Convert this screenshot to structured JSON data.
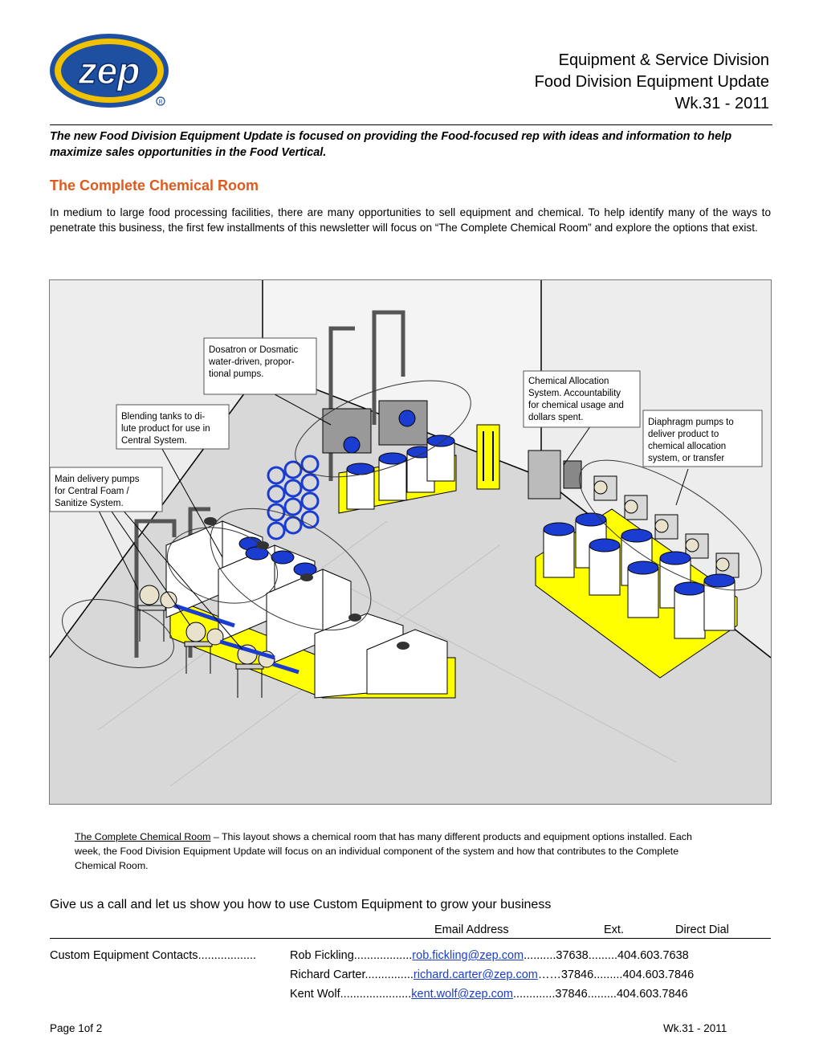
{
  "logo": {
    "brand": "zep",
    "colors": {
      "oval": "#f2c200",
      "inner": "#1e4fa0",
      "text": "#ffffff"
    }
  },
  "header": {
    "line1": "Equipment & Service Division",
    "line2": "Food Division Equipment Update",
    "line3": "Wk.31 - 2011"
  },
  "intro": "The new Food Division Equipment Update is focused on providing the Food-focused rep with ideas and information to help maximize sales opportunities in the Food Vertical.",
  "section": {
    "title": "The Complete Chemical Room",
    "body": "In medium to large food processing facilities, there are many opportunities to sell equipment and chemical.  To help identify many of the ways to penetrate this business, the first few installments of this newsletter will focus on “The Complete Chemical Room” and explore the options that exist."
  },
  "figure": {
    "callouts": {
      "dosatron": [
        "Dosatron or Dosmatic",
        "water-driven, propor-",
        "tional pumps."
      ],
      "allocation": [
        "Chemical Allocation",
        "System.  Accountability",
        "for chemical usage and",
        "dollars spent."
      ],
      "blending": [
        "Blending tanks to di-",
        "lute product for use in",
        "Central System."
      ],
      "diaphragm": [
        "Diaphragm pumps to",
        "deliver product to",
        "chemical allocation",
        "system, or transfer"
      ],
      "delivery": [
        "Main delivery pumps",
        "for Central Foam /",
        "Sanitize System."
      ]
    },
    "colors": {
      "pallet": "#ffff00",
      "lid": "#1a3cd0",
      "tank": "#ffffff",
      "line": "#000000"
    }
  },
  "caption": {
    "lead": "The Complete Chemical Room",
    "text": " – This layout shows a chemical room that has many different products and equipment options installed.  Each week, the Food Division Equipment Update will focus on an individual component of the system and how that contributes to the Complete Chemical Room."
  },
  "cta": "Give us a call and let us show you how to use Custom Equipment to grow your business",
  "contacts": {
    "headers": {
      "email": "Email Address",
      "ext": "Ext.",
      "dial": "Direct Dial"
    },
    "label": "Custom Equipment Contacts",
    "rows": [
      {
        "name": "Rob Fickling",
        "email": "rob.fickling@zep.com",
        "ext": "37638",
        "dial": "404.603.7638"
      },
      {
        "name": "Richard Carter",
        "email": "richard.carter@zep.com",
        "ext": "37846",
        "dial": "404.603.7846"
      },
      {
        "name": "Kent Wolf",
        "email": "kent.wolf@zep.com",
        "ext": "37846",
        "dial": "404.603.7846"
      }
    ]
  },
  "footer": {
    "page": "Page 1of 2",
    "week": "Wk.31 - 2011"
  }
}
